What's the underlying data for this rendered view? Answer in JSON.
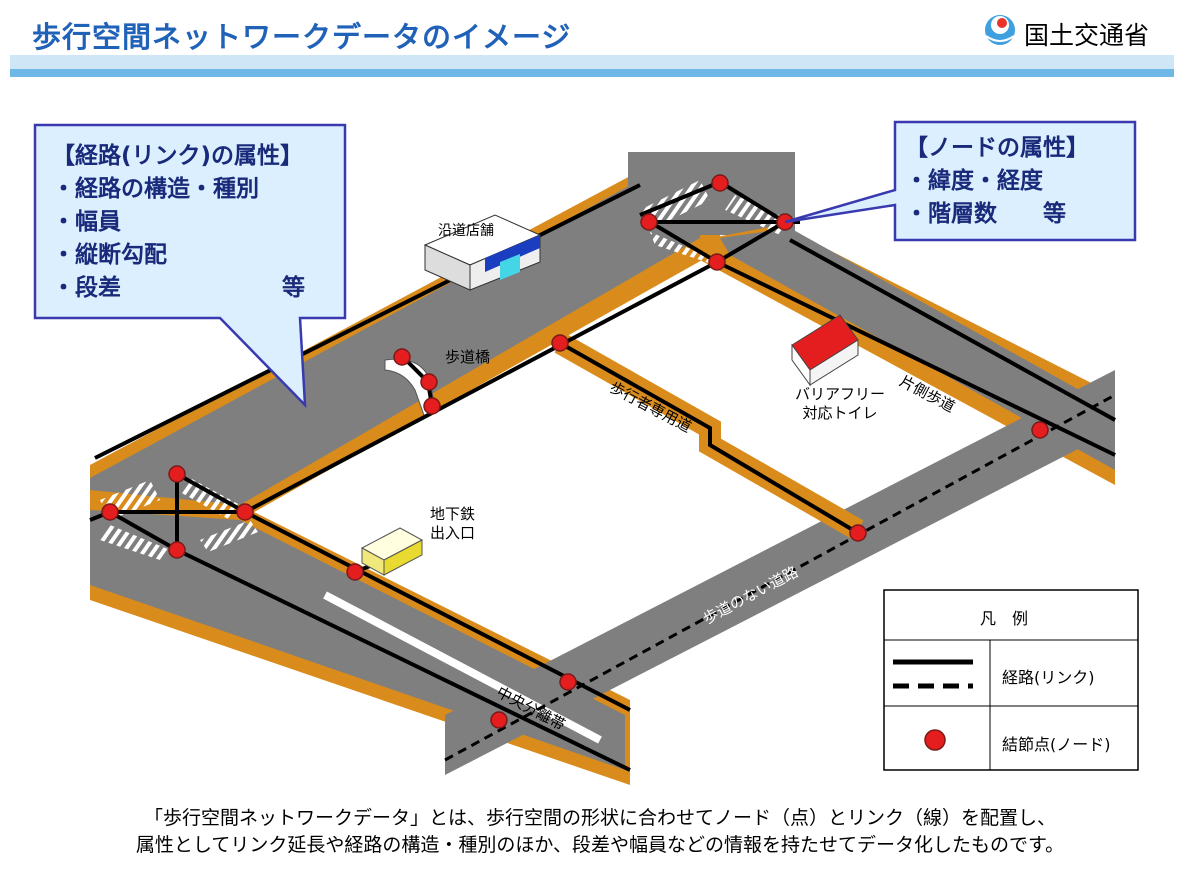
{
  "header": {
    "title": "歩行空間ネットワークデータのイメージ",
    "ministry": "国土交通省"
  },
  "callout_link": {
    "title": "【経路(リンク)の属性】",
    "items": [
      "・経路の構造・種別",
      "・幅員",
      "・縦断勾配",
      "・段差　　　　　　　等"
    ]
  },
  "callout_node": {
    "title": "【ノードの属性】",
    "items": [
      "・緯度・経度",
      "・階層数　　等"
    ]
  },
  "map_labels": {
    "roadside_shop": "沿道店舗",
    "footbridge": "歩道橋",
    "pedestrian_only_road": "歩行者専用道",
    "barrier_free_toilet": "バリアフリー\n対応トイレ",
    "one_side_sidewalk": "片側歩道",
    "subway_entrance": "地下鉄\n出入口",
    "road_without_sidewalk": "歩道のない道路",
    "median_strip": "中央分離帯"
  },
  "legend": {
    "title": "凡　例",
    "link_label": "経路(リンク)",
    "node_label": "結節点(ノード)"
  },
  "caption": {
    "line1": "「歩行空間ネットワークデータ」とは、歩行空間の形状に合わせてノード（点）とリンク（線）を配置し、",
    "line2": "属性としてリンク延長や経路の構造・種別のほか、段差や幅員などの情報を持たせてデータ化したものです。"
  },
  "colors": {
    "title_blue": "#1f62b8",
    "road_gray": "#7f7f7f",
    "sidewalk_orange": "#d98c1c",
    "node_red": "#e41e1e",
    "callout_fill": "#dcefff",
    "callout_border": "#3a3ab0"
  }
}
